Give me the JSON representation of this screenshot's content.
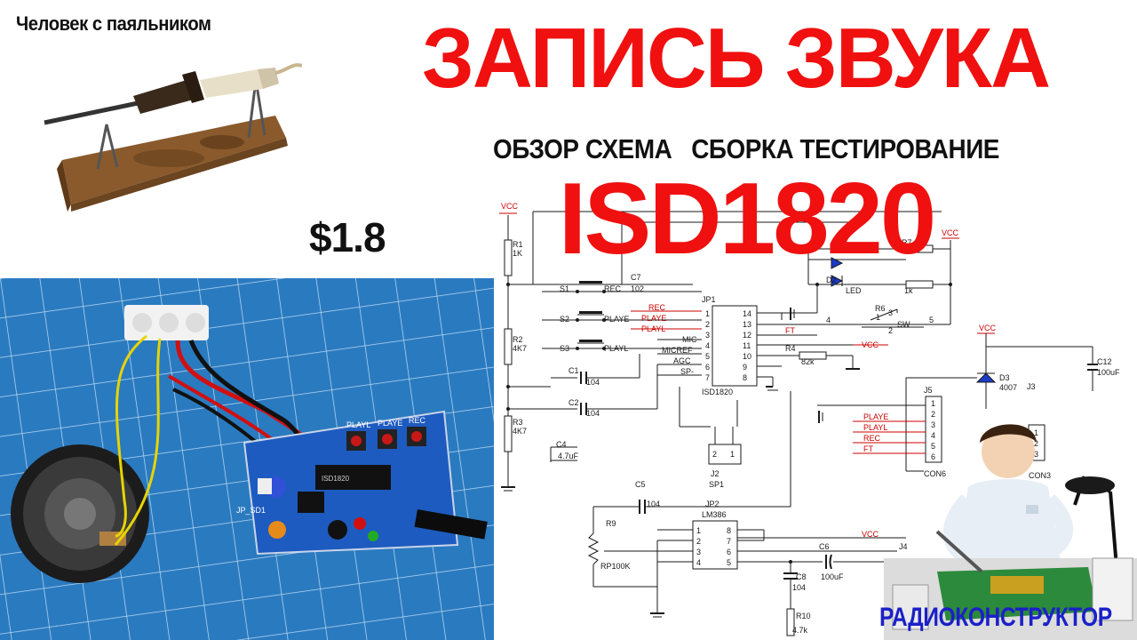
{
  "header": {
    "channel_name": "Человек с паяльником",
    "title": "ЗАПИСЬ ЗВУКА",
    "subtitle": "ОБЗОР СХЕМА   СБОРКА ТЕСТИРОВАНИЕ",
    "chip_name": "ISD1820",
    "price": "$1.8",
    "brand": "РАДИОКОНСТРУКТОР"
  },
  "board": {
    "button_labels": [
      "PLAYL",
      "PLAYE",
      "REC"
    ],
    "module_label": "JP_SD1",
    "chip_label": "ISD1820"
  },
  "schematic": {
    "vcc": "VCC",
    "resistors": [
      {
        "ref": "R1",
        "value": "1K"
      },
      {
        "ref": "R2",
        "value": "4K7"
      },
      {
        "ref": "R3",
        "value": "4K7"
      },
      {
        "ref": "R4",
        "value": "82k"
      },
      {
        "ref": "R6",
        "value": ""
      },
      {
        "ref": "R7",
        "value": "1k"
      },
      {
        "ref": "R9",
        "value": "RP100K"
      },
      {
        "ref": "R10",
        "value": "4.7k"
      }
    ],
    "switches": [
      {
        "ref": "S1",
        "label": "REC"
      },
      {
        "ref": "S2",
        "label": "PLAYE"
      },
      {
        "ref": "S3",
        "label": "PLAYL"
      }
    ],
    "caps": [
      {
        "ref": "C1",
        "value": "104"
      },
      {
        "ref": "C2",
        "value": "104"
      },
      {
        "ref": "C4",
        "value": "4.7uF"
      },
      {
        "ref": "C5",
        "value": "104"
      },
      {
        "ref": "C6",
        "value": "100uF"
      },
      {
        "ref": "C7",
        "value": "102"
      },
      {
        "ref": "C8",
        "value": "104"
      },
      {
        "ref": "C12",
        "value": "100uF"
      }
    ],
    "ic1": {
      "ref": "JP1",
      "name": "ISD1820",
      "left_pins": [
        "1",
        "2",
        "3",
        "4",
        "5",
        "6",
        "7"
      ],
      "right_pins": [
        "14",
        "13",
        "12",
        "11",
        "10",
        "9",
        "8"
      ],
      "nets": [
        "REC",
        "PLAYE",
        "PLAYL",
        "MIC",
        "MICREF",
        "AGC",
        "SP-"
      ],
      "right_nets": [
        "FT",
        "VCC"
      ]
    },
    "ic2": {
      "ref": "JP2",
      "name": "LM386",
      "left_pins": [
        "1",
        "2",
        "3",
        "4"
      ],
      "right_pins": [
        "8",
        "7",
        "6",
        "5"
      ]
    },
    "j5": {
      "ref": "J5",
      "name": "CON6",
      "pins": [
        "1",
        "2",
        "3",
        "4",
        "5",
        "6"
      ],
      "nets": [
        "PLAYE",
        "PLAYL",
        "REC",
        "FT"
      ]
    },
    "j3": {
      "ref": "J3",
      "name": "CON3",
      "pins": [
        "1",
        "2",
        "3"
      ]
    },
    "j2": {
      "ref": "J2",
      "name": "SP1",
      "pins": [
        "2",
        "1"
      ]
    },
    "j4": {
      "ref": "J4"
    },
    "d2": {
      "ref": "D2",
      "label": "LED"
    },
    "d3": {
      "ref": "D3",
      "label": "4007"
    },
    "sw": {
      "label": "SW",
      "pins": [
        "1",
        "2",
        "3",
        "4",
        "5"
      ]
    }
  }
}
